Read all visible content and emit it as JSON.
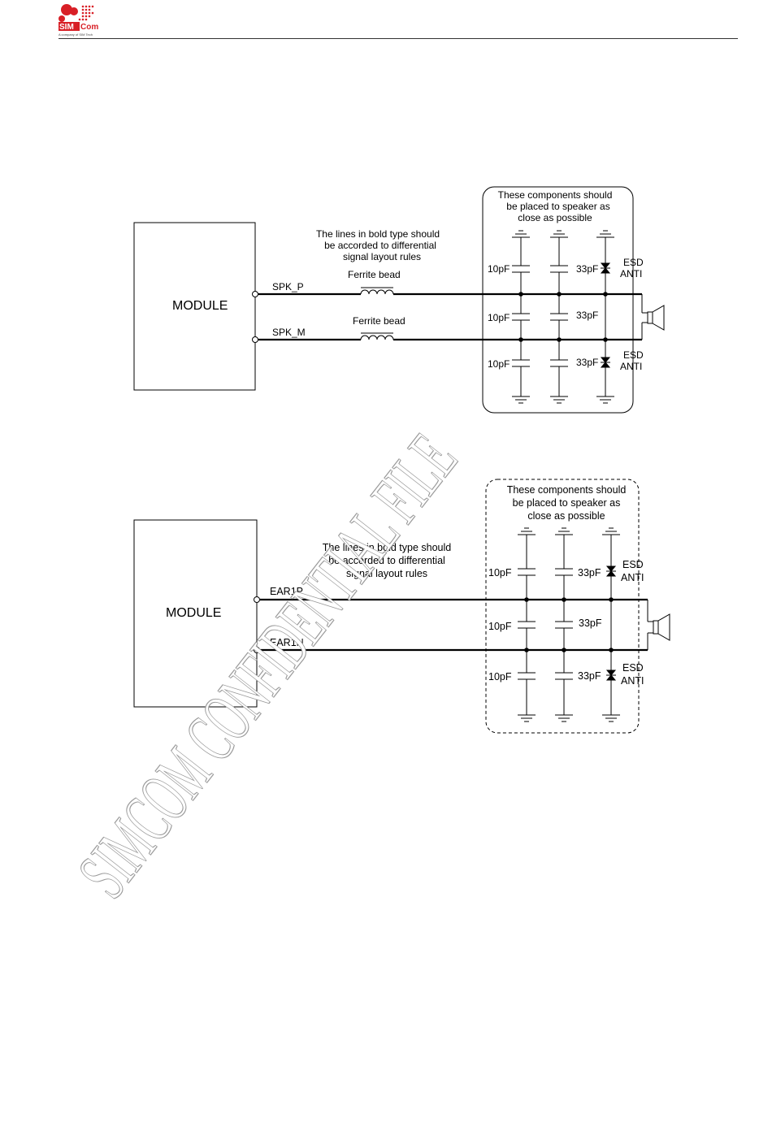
{
  "header": {
    "logo": {
      "brand_left": "SIM",
      "brand_right": "Com",
      "tagline": "A company of SIM Tech"
    }
  },
  "watermark": "SIMCOM CONFIDENTIAL FILE",
  "diagram_top": {
    "module_label": "MODULE",
    "pin_positive": "SPK_P",
    "pin_negative": "SPK_M",
    "ferrite_label_1": "Ferrite bead",
    "ferrite_label_2": "Ferrite bead",
    "note_lines": [
      "The lines in bold type should",
      "be accorded  to differential",
      "signal layout rules"
    ],
    "placement_note": [
      "These components should",
      "be placed to speaker as",
      "close as possible"
    ],
    "cap_top_left": "10pF",
    "cap_top_right": "33pF",
    "cap_mid_left": "10pF",
    "cap_mid_right": "33pF",
    "cap_bot_left": "10pF",
    "cap_bot_right": "33pF",
    "esd_top": [
      "ESD",
      "ANTI"
    ],
    "esd_bot": [
      "ESD",
      "ANTI"
    ]
  },
  "diagram_bottom": {
    "module_label": "MODULE",
    "pin_positive": "EAR1P",
    "pin_negative": "EAR1N",
    "note_lines": [
      "The lines in bold type should",
      "be accorded to differential",
      "signal layout rules"
    ],
    "placement_note": [
      "These components should",
      "be placed to speaker as",
      "close as possible"
    ],
    "cap_top_left": "10pF",
    "cap_top_right": "33pF",
    "cap_mid_left": "10pF",
    "cap_mid_right": "33pF",
    "cap_bot_left": "10pF",
    "cap_bot_right": "33pF",
    "esd_top": [
      "ESD",
      "ANTI"
    ],
    "esd_bot": [
      "ESD",
      "ANTI"
    ]
  }
}
